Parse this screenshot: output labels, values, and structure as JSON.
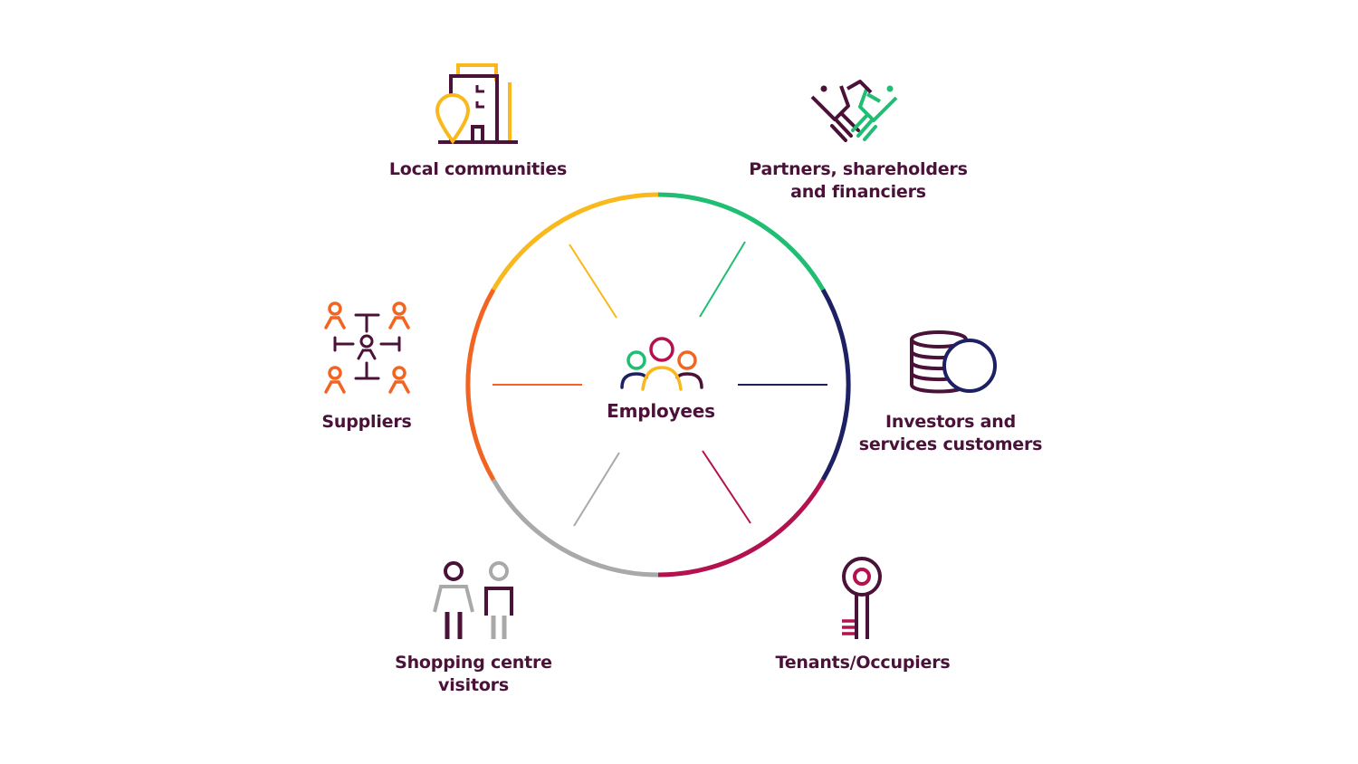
{
  "center": {
    "label": "Employees"
  },
  "colors": {
    "text": "#4a1238",
    "yellow": "#f9b81b",
    "green": "#1fbe73",
    "navy": "#1d2063",
    "crimson": "#b3124f",
    "grey": "#a9a9a9",
    "orange": "#f26422",
    "plum": "#4a1238"
  },
  "stakeholders": [
    {
      "id": "local-communities",
      "icon": "building-location-icon",
      "lines": [
        "Local communities"
      ]
    },
    {
      "id": "partners",
      "icon": "handshake-icon",
      "lines": [
        "Partners, shareholders",
        "and financiers"
      ]
    },
    {
      "id": "investors",
      "icon": "coins-icon",
      "lines": [
        "Investors and",
        "services customers"
      ]
    },
    {
      "id": "tenants",
      "icon": "key-icon",
      "lines": [
        "Tenants/Occupiers"
      ]
    },
    {
      "id": "visitors",
      "icon": "shoppers-icon",
      "lines": [
        "Shopping centre",
        "visitors"
      ]
    },
    {
      "id": "suppliers",
      "icon": "supplier-network-icon",
      "lines": [
        "Suppliers"
      ]
    }
  ]
}
